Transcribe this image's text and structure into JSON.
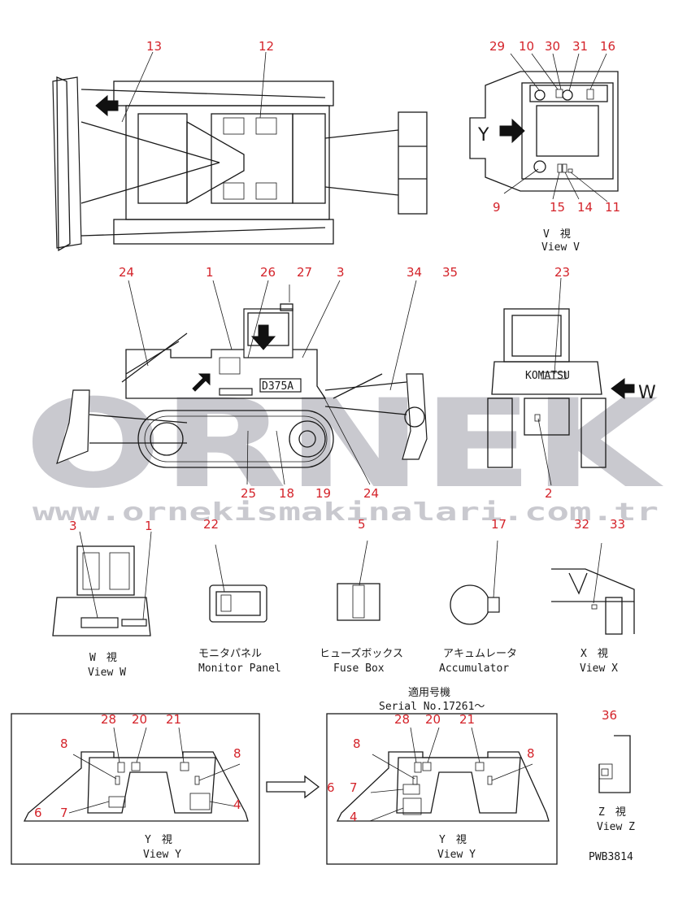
{
  "watermark": {
    "logo": "ORNEK",
    "url": "www.ornekismakinalari.com.tr"
  },
  "callouts": {
    "top_view": [
      "13",
      "12"
    ],
    "view_v": [
      "29",
      "10",
      "30",
      "31",
      "16",
      "9",
      "15",
      "14",
      "11"
    ],
    "side_view": [
      "24",
      "1",
      "26",
      "27",
      "3",
      "34",
      "35",
      "25",
      "18",
      "19",
      "24"
    ],
    "rear_view": [
      "23",
      "2"
    ],
    "view_w": [
      "3",
      "1"
    ],
    "monitor": [
      "22"
    ],
    "fuse": [
      "5"
    ],
    "accumulator": [
      "17"
    ],
    "view_x": [
      "32",
      "33"
    ],
    "view_y1": [
      "28",
      "20",
      "21",
      "8",
      "8",
      "6",
      "7",
      "4"
    ],
    "view_y2": [
      "28",
      "20",
      "21",
      "8",
      "8",
      "6",
      "7",
      "4"
    ],
    "view_z": [
      "36"
    ]
  },
  "view_letters": {
    "y_arrow": "Y",
    "w_arrow": "W"
  },
  "captions": {
    "view_v_jp": "V　視",
    "view_v_en": "View V",
    "view_w_jp": "W　視",
    "view_w_en": "View W",
    "monitor_jp": "モニタパネル",
    "monitor_en": "Monitor Panel",
    "fuse_jp": "ヒューズボックス",
    "fuse_en": "Fuse Box",
    "acc_jp": "アキュムレータ",
    "acc_en": "Accumulator",
    "view_x_jp": "X　視",
    "view_x_en": "View X",
    "serial_jp": "適用号機",
    "serial_en": "Serial No.17261〜",
    "view_y_jp": "Y　視",
    "view_y_en": "View Y",
    "view_z_jp": "Z　視",
    "view_z_en": "View Z",
    "drawing_no": "PWB3814"
  },
  "decal_text": {
    "model": "D375A",
    "brand": "KOMATSU"
  }
}
